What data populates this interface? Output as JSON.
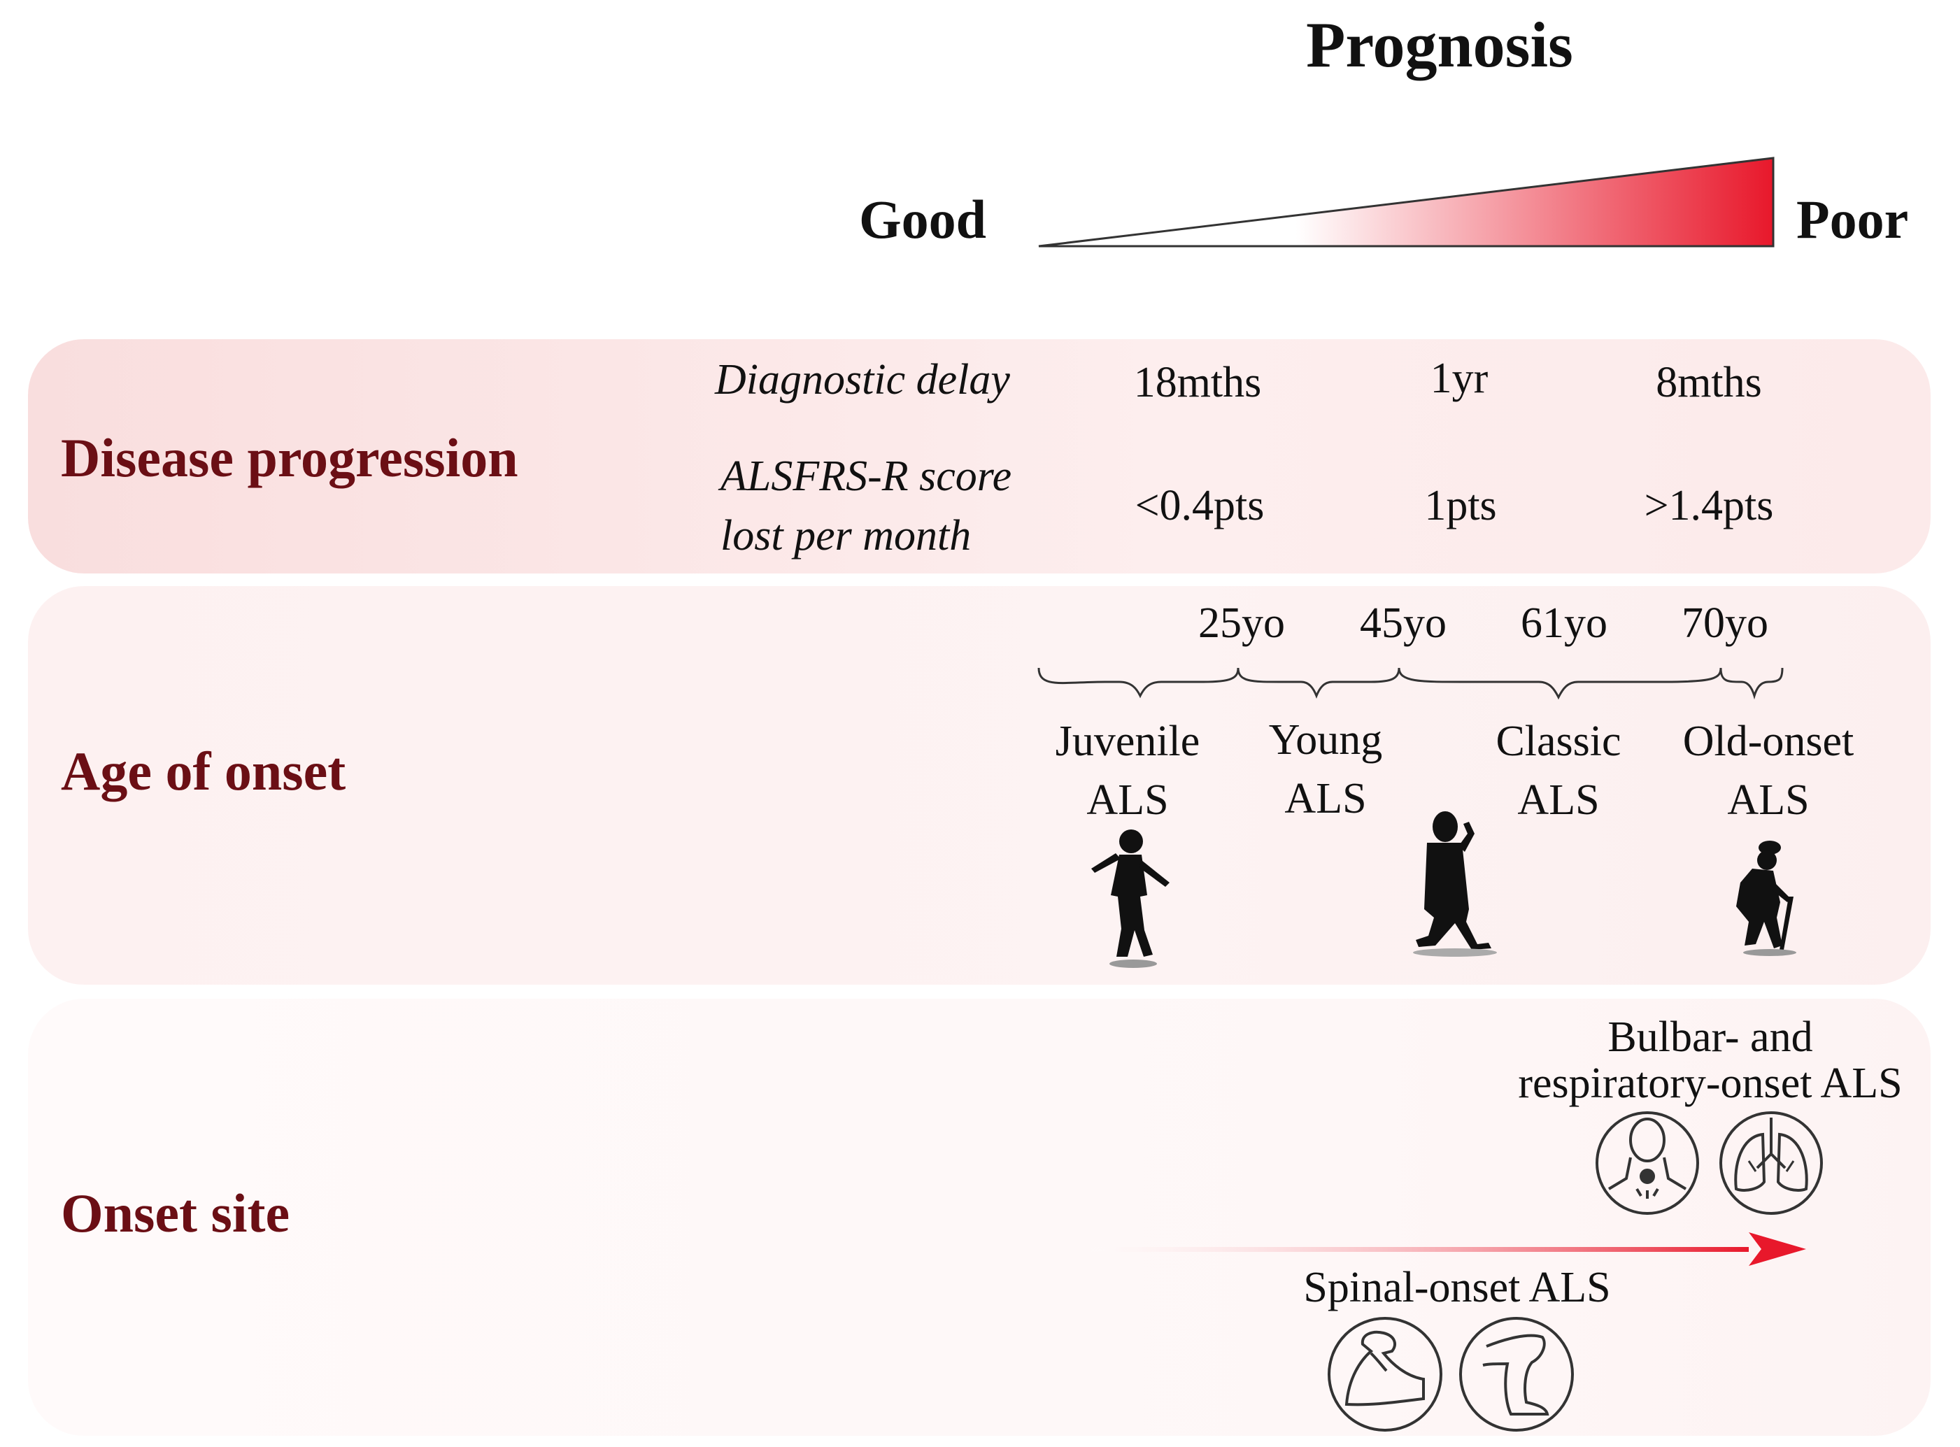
{
  "header": {
    "title": "Prognosis",
    "good_label": "Good",
    "poor_label": "Poor"
  },
  "colors": {
    "row_title": "#6b0f15",
    "accent_red": "#e8182b",
    "panel_tint": "#fcebeb"
  },
  "disease_progression": {
    "title": "Disease progression",
    "diagnostic_delay_label": "Diagnostic delay",
    "score_label_line1": "ALSFRS-R score",
    "score_label_line2": "lost per month",
    "delay_values": [
      "18mths",
      "1yr",
      "8mths"
    ],
    "score_values": [
      "<0.4pts",
      "1pts",
      ">1.4pts"
    ]
  },
  "age_of_onset": {
    "title": "Age of onset",
    "age_ticks": [
      "25yo",
      "45yo",
      "61yo",
      "70yo"
    ],
    "groups": [
      {
        "line1": "Juvenile",
        "line2": "ALS"
      },
      {
        "line1": "Young",
        "line2": "ALS"
      },
      {
        "line1": "Classic",
        "line2": "ALS"
      },
      {
        "line1": "Old-onset",
        "line2": "ALS"
      }
    ],
    "icons": [
      "walking-child-icon",
      "walking-adult-icon",
      "elderly-with-cane-icon"
    ]
  },
  "onset_site": {
    "title": "Onset site",
    "bulbar_line1": "Bulbar- and",
    "bulbar_line2": "respiratory-onset ALS",
    "spinal_label": "Spinal-onset ALS",
    "bulbar_icons": [
      "throat-icon",
      "lungs-icon"
    ],
    "spinal_icons": [
      "arm-muscle-icon",
      "leg-icon"
    ]
  }
}
